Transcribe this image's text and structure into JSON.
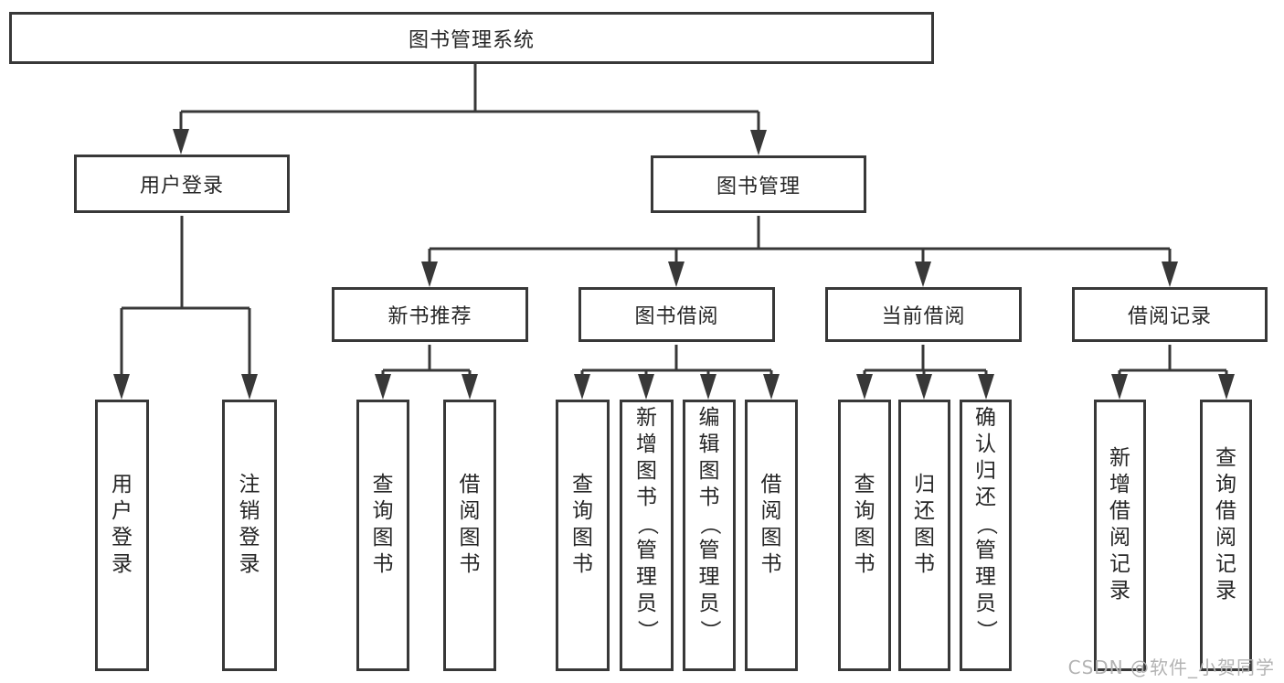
{
  "diagram": {
    "root": {
      "label": "图书管理系统"
    },
    "level2": [
      {
        "label": "用户登录"
      },
      {
        "label": "图书管理"
      }
    ],
    "level3": [
      {
        "label": "新书推荐"
      },
      {
        "label": "图书借阅"
      },
      {
        "label": "当前借阅"
      },
      {
        "label": "借阅记录"
      }
    ],
    "leaves": {
      "user_login": [
        "用户登录",
        "注销登录"
      ],
      "new_books": [
        "查询图书",
        "借阅图书"
      ],
      "book_borrow": [
        "查询图书",
        "新增图书（管理员）",
        "编辑图书（管理员）",
        "借阅图书"
      ],
      "current_borrow": [
        "查询图书",
        "归还图书",
        "确认归还（管理员）"
      ],
      "borrow_records": [
        "新增借阅记录",
        "查询借阅记录"
      ]
    }
  },
  "watermark": {
    "text": "CSDN @软件_小贺同学"
  },
  "colors": {
    "line": "#383838",
    "text": "#262626",
    "watermark": "#b3b3b3"
  }
}
